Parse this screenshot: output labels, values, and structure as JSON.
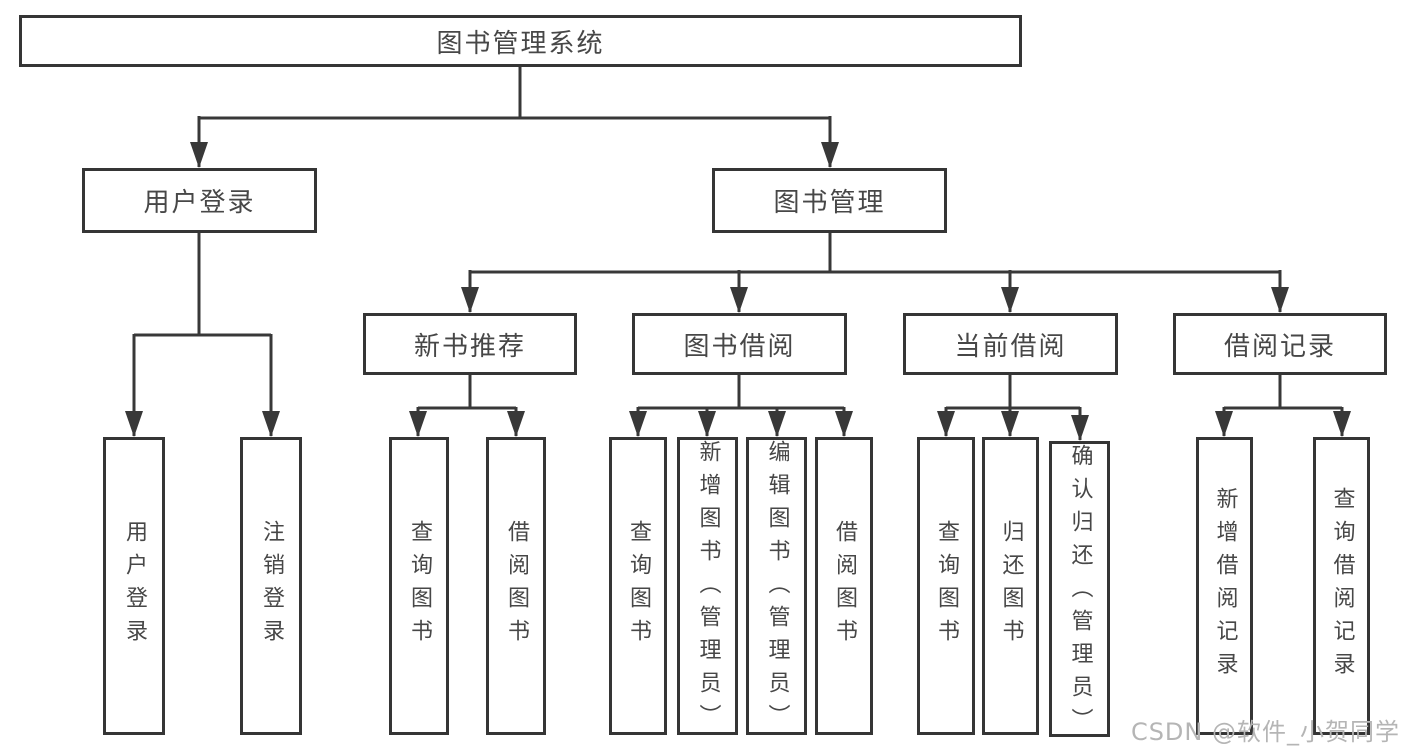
{
  "type": "hierarchy-tree",
  "colors": {
    "line": "#383838",
    "box_border": "#353535",
    "text": "#474747",
    "watermark": "#b5b5b5",
    "background": "#ffffff"
  },
  "tree": {
    "label": "图书管理系统",
    "children": [
      {
        "label": "用户登录",
        "children": [
          {
            "label": "用户登录"
          },
          {
            "label": "注销登录"
          }
        ]
      },
      {
        "label": "图书管理",
        "children": [
          {
            "label": "新书推荐",
            "children": [
              {
                "label": "查询图书"
              },
              {
                "label": "借阅图书"
              }
            ]
          },
          {
            "label": "图书借阅",
            "children": [
              {
                "label": "查询图书"
              },
              {
                "label": "新增图书（管理员）"
              },
              {
                "label": "编辑图书（管理员）"
              },
              {
                "label": "借阅图书"
              }
            ]
          },
          {
            "label": "当前借阅",
            "children": [
              {
                "label": "查询图书"
              },
              {
                "label": "归还图书"
              },
              {
                "label": "确认归还（管理员）"
              }
            ]
          },
          {
            "label": "借阅记录",
            "children": [
              {
                "label": "新增借阅记录"
              },
              {
                "label": "查询借阅记录"
              }
            ]
          }
        ]
      }
    ]
  },
  "watermark": "CSDN @软件_小贺同学"
}
